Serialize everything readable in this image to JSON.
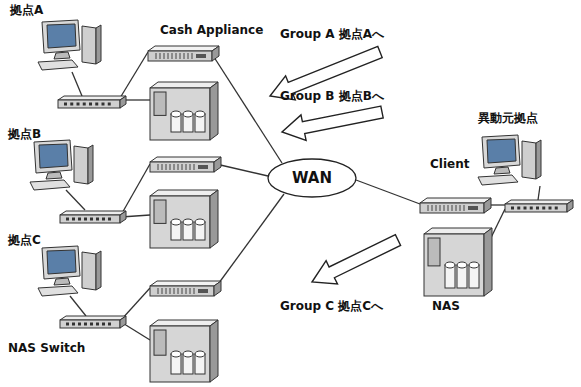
{
  "diagram": {
    "nodes": [
      {
        "text": [
          "WAN"
        ]
      }
    ],
    "labels": [
      "拠点A",
      "Cash Appliance",
      "Group A 拠点Aへ",
      "拠点B",
      "Group B 拠点Bへ",
      "拠点C",
      "NAS Switch",
      "Group C 拠点Cへ",
      "Client",
      "異動元拠点",
      "NAS"
    ]
  }
}
